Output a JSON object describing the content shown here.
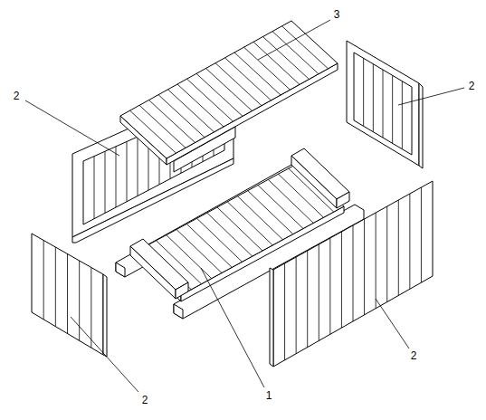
{
  "diagram": {
    "labels": [
      "3",
      "2",
      "2",
      "2",
      "1",
      "2"
    ]
  }
}
